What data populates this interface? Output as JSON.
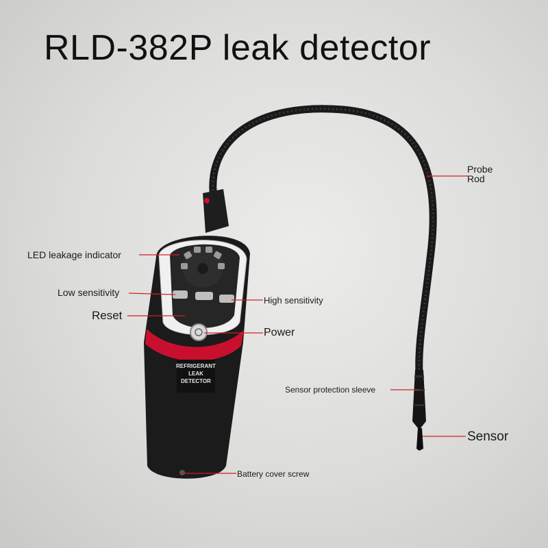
{
  "title": "RLD-382P leak detector",
  "device_label": [
    "REFRIGERANT",
    "LEAK",
    "DETECTOR"
  ],
  "callouts": {
    "probe_rod": [
      "Probe",
      "Rod"
    ],
    "led_indicator": "LED leakage indicator",
    "low_sensitivity": "Low sensitivity",
    "high_sensitivity": "High sensitivity",
    "reset": "Reset",
    "power": "Power",
    "sensor_sleeve": "Sensor protection sleeve",
    "sensor": "Sensor",
    "battery_screw": "Battery cover screw"
  },
  "colors": {
    "leader_line": "#d42020",
    "body_dark": "#1c1c1c",
    "accent_red": "#c8102e",
    "panel_white": "#f2f2f2"
  }
}
